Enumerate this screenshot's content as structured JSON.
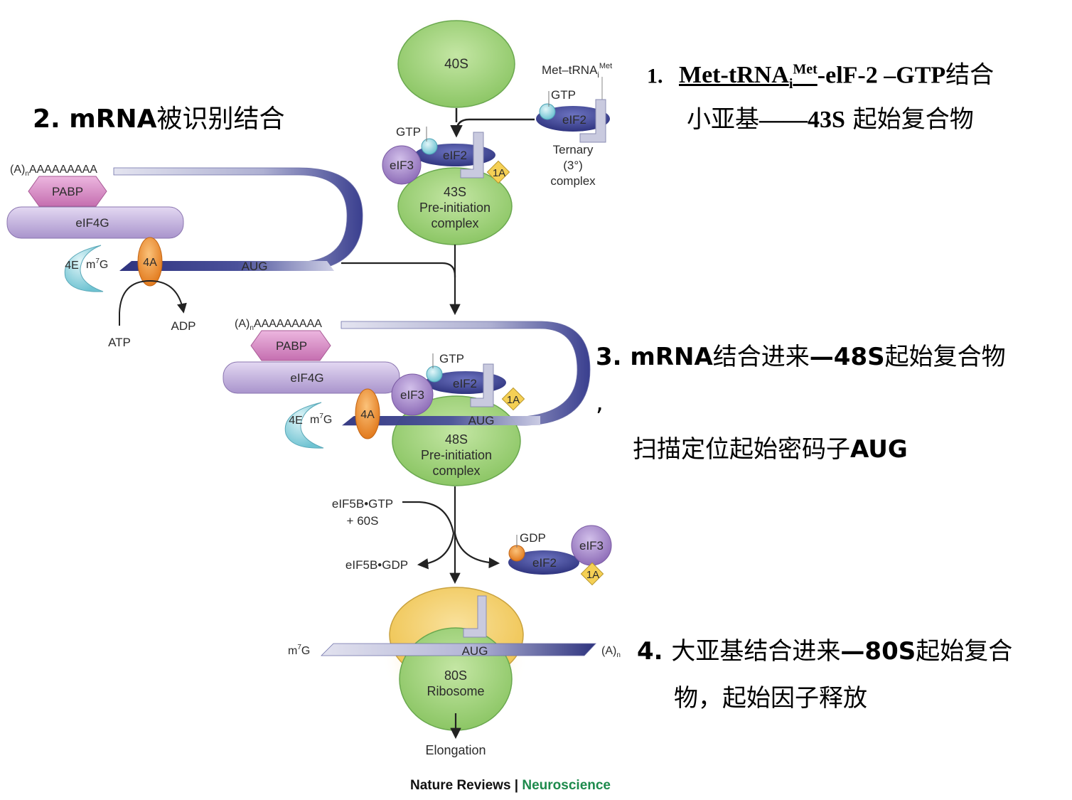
{
  "colors": {
    "ribosome_green": "#9fd176",
    "ribosome_green_dark": "#6aa84f",
    "large_subunit_yellow": "#f3cd6a",
    "eif2_navy": "#3a3f8f",
    "eif3_purple": "#9b7cc0",
    "eif4g_lavender": "#b9a6d6",
    "pabp_pink": "#d68ac4",
    "eif4a_orange": "#ef8a2c",
    "eif4e_cyan": "#a8dce3",
    "gtp_cyan": "#8fd3df",
    "gdp_orange": "#f1a34a",
    "eif1a_yellow": "#f5d055",
    "trna_gray": "#bfc0d8",
    "credit_green": "#1d8a4c"
  },
  "diagram": {
    "step1": {
      "subunit_40s": "40S",
      "met_trna": "Met–tRNA",
      "met_trna_sub": "i",
      "met_trna_sup": "Met",
      "ternary_gtp": "GTP",
      "ternary_eif2": "eIF2",
      "ternary_label_1": "Ternary",
      "ternary_label_2": "(3°)",
      "ternary_label_3": "complex",
      "gtp": "GTP",
      "eif3": "eIF3",
      "eif2": "eIF2",
      "eif1a": "1A",
      "complex_line1": "43S",
      "complex_line2": "Pre-initiation",
      "complex_line3": "complex"
    },
    "step2": {
      "polya_prefix": "(A)",
      "polya_sub": "n",
      "polya_tail": "AAAAAAAAA",
      "pabp": "PABP",
      "eif4g": "eIF4G",
      "eif4e": "4E",
      "cap": "m",
      "cap_sup": "7",
      "cap_suffix": "G",
      "eif4a": "4A",
      "aug": "AUG",
      "atp": "ATP",
      "adp": "ADP"
    },
    "step3": {
      "polya_prefix": "(A)",
      "polya_sub": "n",
      "polya_tail": "AAAAAAAAA",
      "pabp": "PABP",
      "eif4g": "eIF4G",
      "gtp": "GTP",
      "eif3": "eIF3",
      "eif2": "eIF2",
      "eif1a": "1A",
      "eif4e": "4E",
      "cap": "m",
      "cap_sup": "7",
      "cap_suffix": "G",
      "eif4a": "4A",
      "aug": "AUG",
      "complex_line1": "48S",
      "complex_line2": "Pre-initiation",
      "complex_line3": "complex"
    },
    "step4": {
      "eif5b_gtp": "eIF5B•GTP",
      "plus_60s": "+ 60S",
      "eif5b_gdp": "eIF5B•GDP",
      "released_gdp": "GDP",
      "released_eif2": "eIF2",
      "released_eif3": "eIF3",
      "released_eif1a": "1A",
      "cap": "m",
      "cap_sup": "7",
      "cap_suffix": "G",
      "aug": "AUG",
      "polya_prefix": "(A)",
      "polya_sub": "n",
      "ribosome_line1": "80S",
      "ribosome_line2": "Ribosome",
      "elongation": "Elongation"
    }
  },
  "notes": {
    "note1": {
      "number": "1.",
      "met_trna": "Met-tRNA",
      "sub": "i",
      "sup": "Met",
      "rest_bold": "-elF-2 –GTP",
      "rest_cn": "结合",
      "line2_cn": "小亚基",
      "line2_dash": "——",
      "line2_bold": "43S",
      "line2_cn2": " 起始复合物"
    },
    "note2": {
      "bold": "2. mRNA",
      "cn": "被识别结合"
    },
    "note3": {
      "bold1": "3. mRNA",
      "cn1": "结合进来",
      "bold2": "—48S",
      "cn2": "起始复合物",
      "comma": ",",
      "line2_cn": "扫描定位起始密码子",
      "line2_bold": "AUG"
    },
    "note4": {
      "bold1": "4. ",
      "cn1": "大亚基结合进来",
      "bold2": "—80S",
      "cn2": "起始复合",
      "line2": "物，起始因子释放"
    }
  },
  "credit": {
    "journal": "Nature Reviews",
    "separator": " | ",
    "section": "Neuroscience"
  }
}
